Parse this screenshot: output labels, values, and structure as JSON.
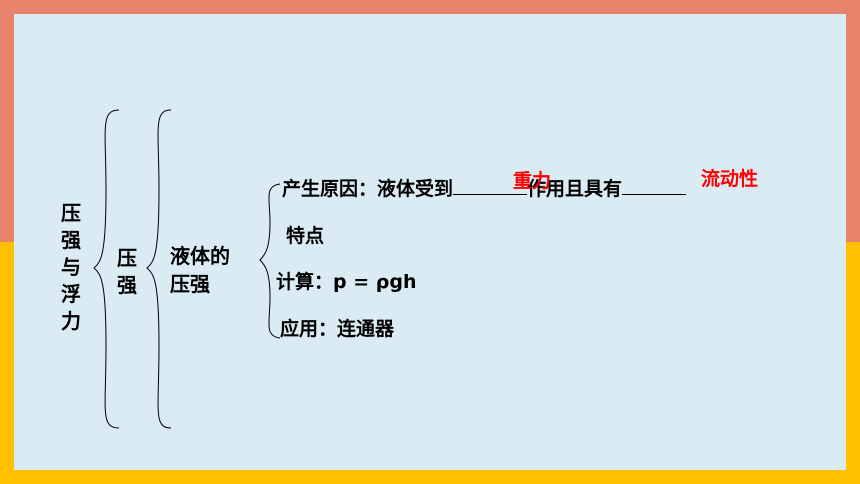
{
  "title_outer": "压强与浮力",
  "title_mid": "压强",
  "title_inner_line1": "液体的",
  "title_inner_line2": "压强",
  "items": [
    {
      "prefix": "产生原因：液体受到",
      "middle": "作用且具有"
    },
    {
      "label": "特点"
    },
    {
      "label": "计算：p = ρgh"
    },
    {
      "label": "应用：连通器"
    }
  ],
  "answers": {
    "blank1": "重力",
    "blank2": "流动性"
  },
  "colors": {
    "top_band": "#E8836B",
    "bottom_band": "#FFC000",
    "panel": "#DAEBF3",
    "answer_red": "#FF0000"
  }
}
